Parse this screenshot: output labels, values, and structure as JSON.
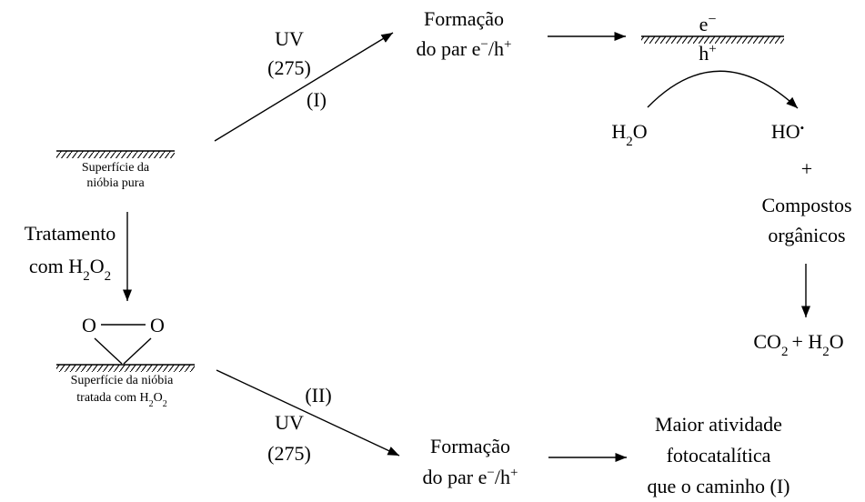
{
  "path_I": {
    "uv_label": "UV",
    "wavelength": "(275)",
    "route_label": "(I)",
    "formation_line1": "Formação",
    "formation_line2": "do par e",
    "formation_minus": "−",
    "formation_tail": "/h",
    "formation_plus": "+"
  },
  "surface_pure": {
    "line1": "Superfície da",
    "line2": "nióbia pura"
  },
  "surface_charges": {
    "electron": "e",
    "electron_sign": "−",
    "hole": "h",
    "hole_sign": "+"
  },
  "reaction": {
    "reactant_H": "H",
    "reactant_sub": "2",
    "reactant_O": "O",
    "product": "HO",
    "radical_dot": "•",
    "plus": "+",
    "organics_line1": "Compostos",
    "organics_line2": "orgânicos",
    "final_co": "CO",
    "final_co_sub": "2",
    "final_plus": "+ H",
    "final_h_sub": "2",
    "final_o": "O"
  },
  "treatment": {
    "line1": "Tratamento",
    "line2_prefix": "com H",
    "sub1": "2",
    "mid": "O",
    "sub2": "2"
  },
  "peroxo": {
    "left_atom": "O",
    "right_atom": "O"
  },
  "surface_treated": {
    "line1": "Superfície da nióbia",
    "line2_prefix": "tratada com H",
    "sub1": "2",
    "mid": "O",
    "sub2": "2"
  },
  "path_II": {
    "route_label": "(II)",
    "uv_label": "UV",
    "wavelength": "(275)",
    "formation_line1": "Formação",
    "formation_line2": "do par e",
    "formation_minus": "−",
    "formation_tail": "/h",
    "formation_plus": "+"
  },
  "result": {
    "line1": "Maior atividade",
    "line2": "fotocatalítica",
    "line3": "que o caminho (I)"
  }
}
